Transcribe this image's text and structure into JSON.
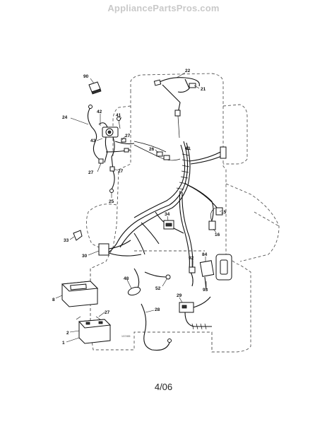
{
  "watermark": "AppliancePartsPros.com",
  "footer": "4/06",
  "drawing_code": "1G7455",
  "callouts": [
    {
      "label": "90"
    },
    {
      "label": "22"
    },
    {
      "label": "21"
    },
    {
      "label": "24"
    },
    {
      "label": "42"
    },
    {
      "label": "41"
    },
    {
      "label": "43"
    },
    {
      "label": "27"
    },
    {
      "label": "27"
    },
    {
      "label": "27"
    },
    {
      "label": "26"
    },
    {
      "label": "40"
    },
    {
      "label": "25"
    },
    {
      "label": "34"
    },
    {
      "label": "15"
    },
    {
      "label": "16"
    },
    {
      "label": "33"
    },
    {
      "label": "30"
    },
    {
      "label": "92"
    },
    {
      "label": "84"
    },
    {
      "label": "93"
    },
    {
      "label": "48"
    },
    {
      "label": "52"
    },
    {
      "label": "8"
    },
    {
      "label": "27"
    },
    {
      "label": "2"
    },
    {
      "label": "1"
    },
    {
      "label": "28"
    },
    {
      "label": "29"
    }
  ]
}
